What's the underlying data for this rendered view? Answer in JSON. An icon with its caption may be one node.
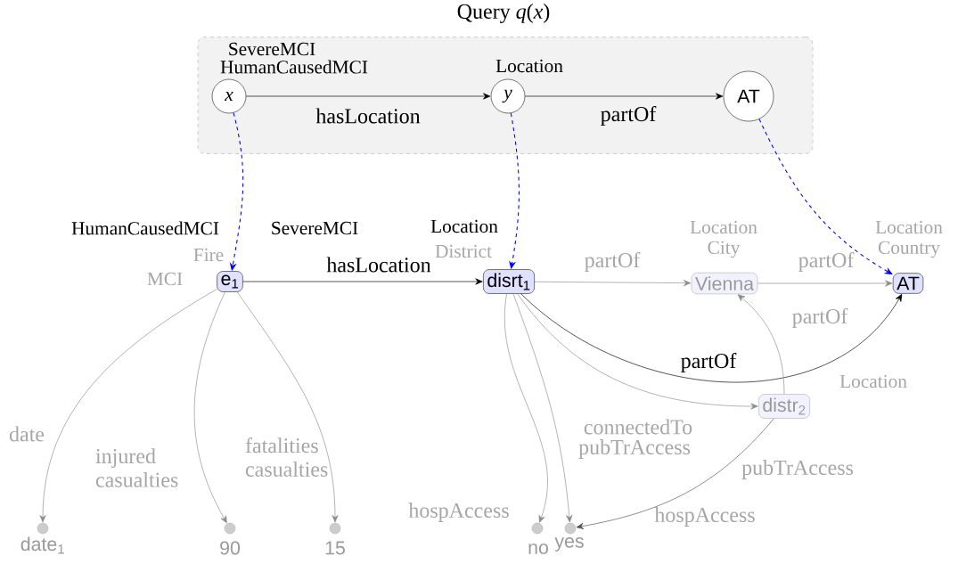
{
  "diagram": {
    "nodes": [
      {
        "text": [
          "Query *q*(*x*)"
        ]
      },
      {
        "text": [
          "x"
        ],
        "beside": [
          "SevereMCI",
          "HumanCausedMCI"
        ],
        "in": 0
      },
      {
        "text": [
          "y"
        ],
        "beside": [
          "Location"
        ],
        "in": 0
      },
      {
        "text": [
          "AT"
        ],
        "in": 0
      },
      {
        "text": [
          "e$_{1}$"
        ],
        "beside": [
          "HumanCausedMCI",
          "SevereMCI",
          "Fire",
          "MCI"
        ]
      },
      {
        "text": [
          "disrt$_{1}$"
        ],
        "beside": [
          "Location",
          "District"
        ]
      },
      {
        "text": [
          "Vienna"
        ],
        "beside": [
          "Location",
          "City"
        ]
      },
      {
        "text": [
          "AT"
        ],
        "beside": [
          "Location",
          "Country"
        ]
      },
      {
        "text": [
          "distr$_{2}$"
        ],
        "beside": [
          "Location"
        ]
      },
      {
        "text": [],
        "shape": "circle",
        "beside": [
          "date$_{1}$"
        ]
      },
      {
        "text": [],
        "shape": "circle",
        "beside": [
          "90"
        ]
      },
      {
        "text": [],
        "shape": "circle",
        "beside": [
          "15"
        ]
      },
      {
        "text": [],
        "shape": "circle",
        "beside": [
          "no"
        ]
      },
      {
        "text": [],
        "shape": "circle",
        "beside": [
          "yes"
        ]
      }
    ],
    "edges": [
      {
        "from": 1,
        "to": 2,
        "arrow": "to",
        "label": "hasLocation",
        "color": "#000000"
      },
      {
        "from": 2,
        "to": 3,
        "arrow": "to",
        "label": "partOf",
        "color": "#000000"
      },
      {
        "from": 1,
        "to": 4,
        "arrow": "to",
        "style": "dashed",
        "color": "#0000ff"
      },
      {
        "from": 2,
        "to": 5,
        "arrow": "to",
        "style": "dashed",
        "color": "#0000ff"
      },
      {
        "from": 3,
        "to": 7,
        "arrow": "to",
        "style": "dashed",
        "color": "#0000ff"
      },
      {
        "from": 4,
        "to": 5,
        "arrow": "to",
        "label": "hasLocation",
        "color": "#000000"
      },
      {
        "from": 5,
        "to": 6,
        "arrow": "to",
        "label": "partOf"
      },
      {
        "from": 6,
        "to": 7,
        "arrow": "to",
        "label": "partOf"
      },
      {
        "from": 5,
        "to": 7,
        "arrow": "to",
        "label": "partOf",
        "color": "#000000"
      },
      {
        "from": 8,
        "to": 6,
        "arrow": "to",
        "label": "partOf"
      },
      {
        "from": 5,
        "to": 8,
        "arrow": "to",
        "label": "connectedTo"
      },
      {
        "from": 5,
        "to": 12,
        "arrow": "to",
        "label": "hospAccess"
      },
      {
        "from": 5,
        "to": 13,
        "arrow": "to",
        "label": "pubTrAccess"
      },
      {
        "from": 8,
        "to": 13,
        "arrow": "to",
        "label": "pubTrAccess",
        "color": "#555555"
      },
      {
        "from": 4,
        "to": 9,
        "arrow": "to",
        "label": "date"
      },
      {
        "from": 4,
        "to": 10,
        "arrow": "to",
        "label": "injured casualties"
      },
      {
        "from": 4,
        "to": 11,
        "arrow": "to",
        "label": "fatalities casualties"
      }
    ],
    "labels": [
      "hospAccess"
    ]
  }
}
